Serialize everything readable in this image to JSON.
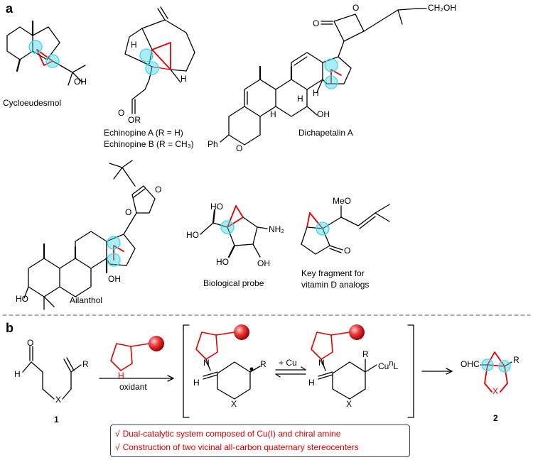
{
  "panels": {
    "a": "a",
    "b": "b"
  },
  "panel_a": {
    "compounds": [
      {
        "name": "Cycloeudesmol",
        "labels": [
          "OH"
        ]
      },
      {
        "name_lines": [
          "Echinopine A (R = H)",
          "Echinopine B (R = CH₃)"
        ],
        "labels": [
          "H",
          "H",
          "O",
          "OR"
        ]
      },
      {
        "name": "Dichapetalin A",
        "labels": [
          "O",
          "O",
          "CH₂OH",
          "H",
          "H",
          "OH",
          "H",
          "Ph",
          "O"
        ]
      },
      {
        "name": "Ailanthol",
        "labels": [
          "O",
          "O",
          "HO",
          "OH"
        ]
      },
      {
        "name": "Biological probe",
        "labels": [
          "HO",
          "HO",
          "NH₂",
          "HO",
          "OH"
        ]
      },
      {
        "name_lines": [
          "Key fragment for",
          "vitamin D analogs"
        ],
        "labels": [
          "MeO",
          "O"
        ]
      }
    ]
  },
  "panel_b": {
    "reactant_labels": [
      "O",
      "H",
      "R",
      "X"
    ],
    "reactant_number": "1",
    "oxidant": "oxidant",
    "catalyst_label": "H",
    "intermediate1_labels": [
      "N",
      "H",
      "R",
      "X"
    ],
    "equilibrium_label": "+ Cu",
    "intermediate2_labels": [
      "N",
      "H",
      "R",
      "Cu",
      "n",
      "L",
      "X"
    ],
    "product_labels": [
      "OHC",
      "R",
      "X"
    ],
    "product_number": "2"
  },
  "notes": [
    "Dual-catalytic system composed of Cu(I) and chiral amine",
    "Construction of two vicinal all-carbon quaternary stereocenters"
  ],
  "note_mark": "√",
  "colors": {
    "highlight_red": "#e00000",
    "quaternary_cyan": "#45d6e6",
    "sphere": "#e83a3a"
  }
}
